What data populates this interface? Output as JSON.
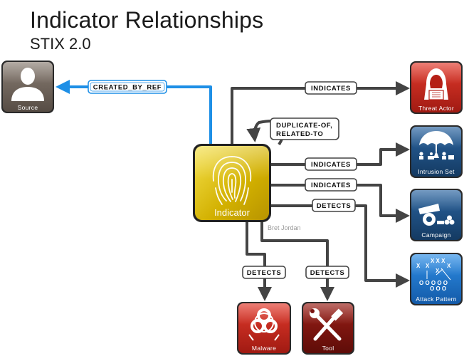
{
  "title": "Indicator Relationships",
  "subtitle": "STIX 2.0",
  "author": "Bret Jordan",
  "nodes": {
    "indicator": "Indicator",
    "source": "Source",
    "threat_actor": "Threat Actor",
    "intrusion_set": "Intrusion Set",
    "campaign": "Campaign",
    "attack_pattern": "Attack Pattern",
    "malware": "Malware",
    "tool": "Tool"
  },
  "edges": {
    "created_by_ref": "CREATED_BY_REF",
    "self_line1": "DUPLICATE-OF,",
    "self_line2": "RELATED-TO",
    "indicates_threat_actor": "INDICATES",
    "indicates_intrusion_set": "INDICATES",
    "indicates_campaign": "INDICATES",
    "detects_attack_pattern": "DETECTS",
    "detects_malware": "DETECTS",
    "detects_tool": "DETECTS"
  },
  "colors": {
    "created_by_ref_arrow": "#1e8fe6",
    "relationship_arrow": "#444444",
    "indicator": "#d9b800",
    "source": "#6e6258",
    "threat_actor": "#c0271c",
    "intrusion_set": "#1b4b7a",
    "campaign": "#1b4b7a",
    "attack_pattern": "#1a73c7",
    "malware": "#c0271c",
    "tool": "#7a1410"
  },
  "icons": {
    "source": "person-silhouette-icon",
    "indicator": "fingerprint-icon",
    "threat_actor": "hooded-hacker-icon",
    "intrusion_set": "umbrella-icon",
    "campaign": "cannon-icon",
    "attack_pattern": "play-diagram-icon",
    "malware": "biohazard-icon",
    "tool": "wrench-hammer-icon"
  }
}
